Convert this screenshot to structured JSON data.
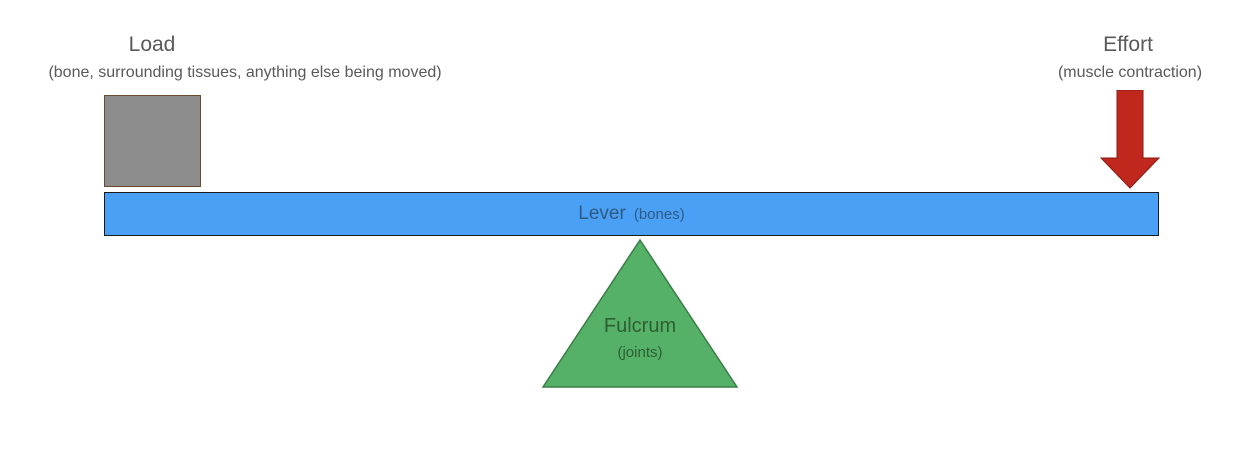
{
  "diagram": {
    "load": {
      "title": "Load",
      "subtitle": "(bone, surrounding tissues, anything else being moved)"
    },
    "effort": {
      "title": "Effort",
      "subtitle": "(muscle contraction)"
    },
    "lever": {
      "title": "Lever",
      "subtitle": "(bones)"
    },
    "fulcrum": {
      "title": "Fulcrum",
      "subtitle": "(joints)"
    },
    "colors": {
      "lever": "#4aa0f5",
      "load_box": "#8c8c8c",
      "effort_arrow": "#c0281e",
      "fulcrum": "#55b068"
    },
    "icons": {
      "effort_arrow": "down-arrow-icon"
    }
  }
}
